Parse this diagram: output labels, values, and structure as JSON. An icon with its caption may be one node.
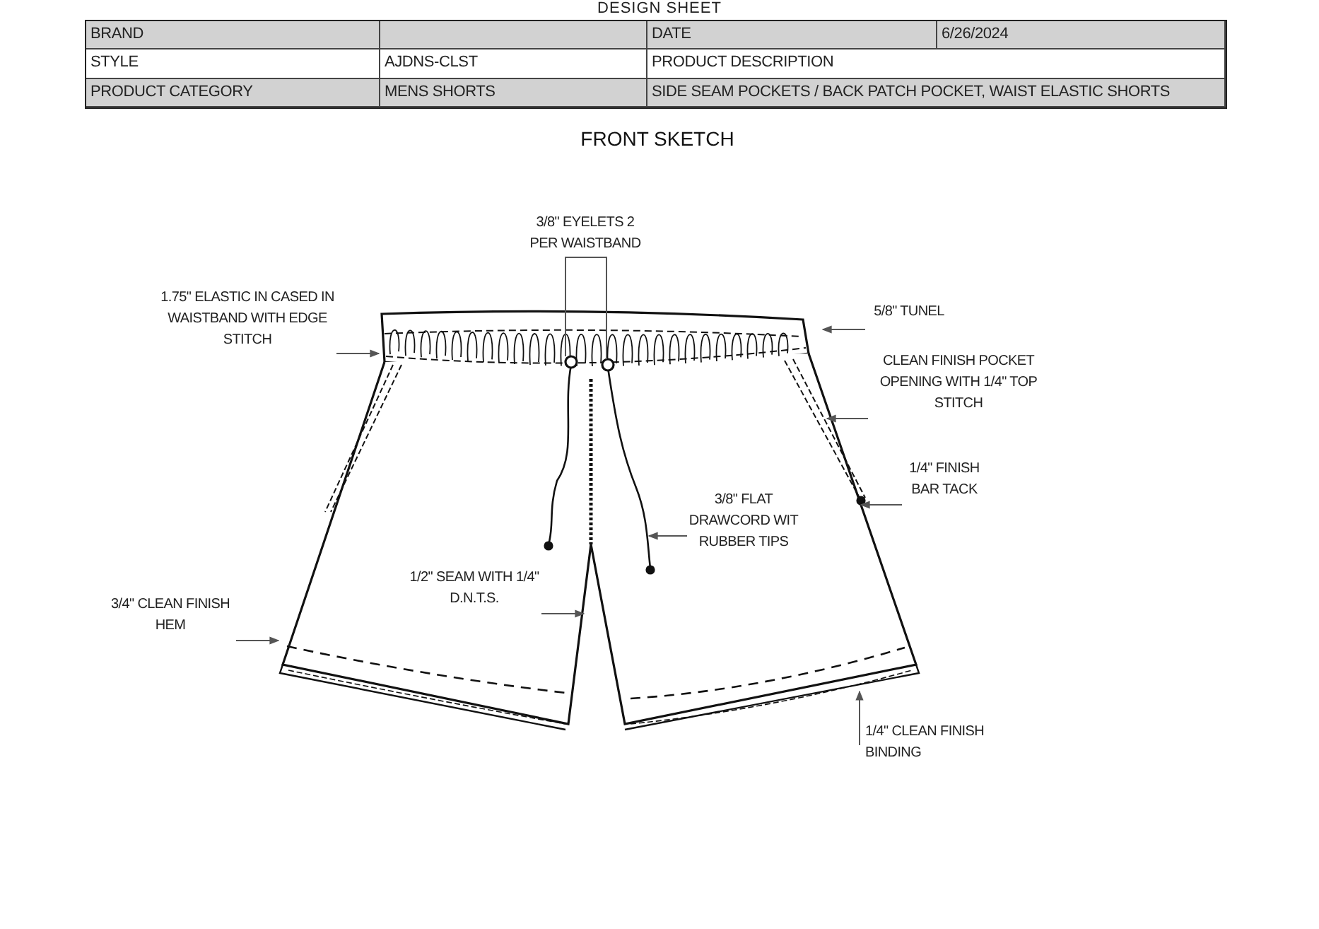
{
  "diagram": {
    "title": "DESIGN SHEET",
    "nodes": [
      {
        "text": [
          "3/8\" EYELETS 2 PER WAISTBAND"
        ]
      },
      {
        "text": [
          "1.75\" ELASTIC IN CASED IN WAISTBAND WITH EDGE STITCH"
        ]
      },
      {
        "text": [
          "5/8\" TUNEL"
        ]
      },
      {
        "text": [
          "CLEAN FINISH POCKET OPENING WITH 1/4\" TOP STITCH"
        ]
      },
      {
        "text": [
          "1/4\" FINISH BAR TACK"
        ]
      },
      {
        "text": [
          "3/8\" FLAT DRAWCORD WIT RUBBER TIPS"
        ]
      },
      {
        "text": [
          "1/2\" SEAM WITH 1/4\" D.N.T.S."
        ]
      },
      {
        "text": [
          "3/4\" CLEAN FINISH HEM"
        ]
      },
      {
        "text": [
          "1/4\" CLEAN FINISH BINDING"
        ]
      }
    ],
    "edges": [
      {
        "from": 0,
        "to": null,
        "arrow": "none"
      },
      {
        "from": 0,
        "to": null,
        "arrow": "none"
      },
      {
        "from": 1,
        "to": null,
        "arrow": "to"
      },
      {
        "from": 2,
        "to": null,
        "arrow": "to"
      },
      {
        "from": 3,
        "to": null,
        "arrow": "to"
      },
      {
        "from": 4,
        "to": null,
        "arrow": "to"
      },
      {
        "from": 5,
        "to": null,
        "arrow": "to"
      },
      {
        "from": 6,
        "to": null,
        "arrow": "to"
      },
      {
        "from": 7,
        "to": null,
        "arrow": "to"
      },
      {
        "from": 8,
        "to": null,
        "arrow": "to"
      }
    ],
    "labels": [
      "BRAND",
      "DATE",
      "6/26/2024",
      "STYLE",
      "AJDNS-CLST",
      "PRODUCT DESCRIPTION",
      "PRODUCT CATEGORY",
      "MENS SHORTS",
      "SIDE SEAM POCKETS / BACK PATCH POCKET, WAIST ELASTIC SHORTS",
      "FRONT SKETCH"
    ]
  }
}
